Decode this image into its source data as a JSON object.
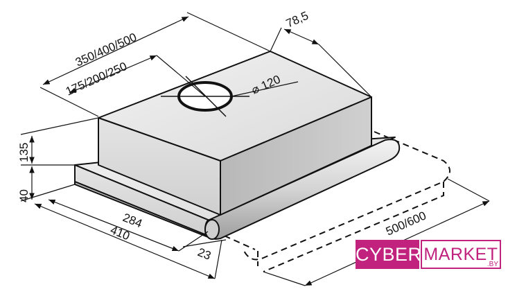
{
  "dimensions": {
    "width_options": "350/400/500",
    "duct_offset": "175/200/250",
    "duct_diameter": "120",
    "rear_offset": "78,5",
    "body_height": "135",
    "panel_height": "40",
    "depth_inner": "284",
    "depth_outer": "410",
    "front_strip": "23",
    "extended_width": "500/600"
  },
  "logo": {
    "left_text": "CYBER",
    "right_text": "MARKET",
    "suffix": ".BY"
  },
  "colors": {
    "brand": "#c0227e",
    "line": "#111111",
    "metal_light": "#e6e6e6",
    "metal_mid": "#c8c8c8",
    "metal_dark": "#a8a8a8"
  }
}
